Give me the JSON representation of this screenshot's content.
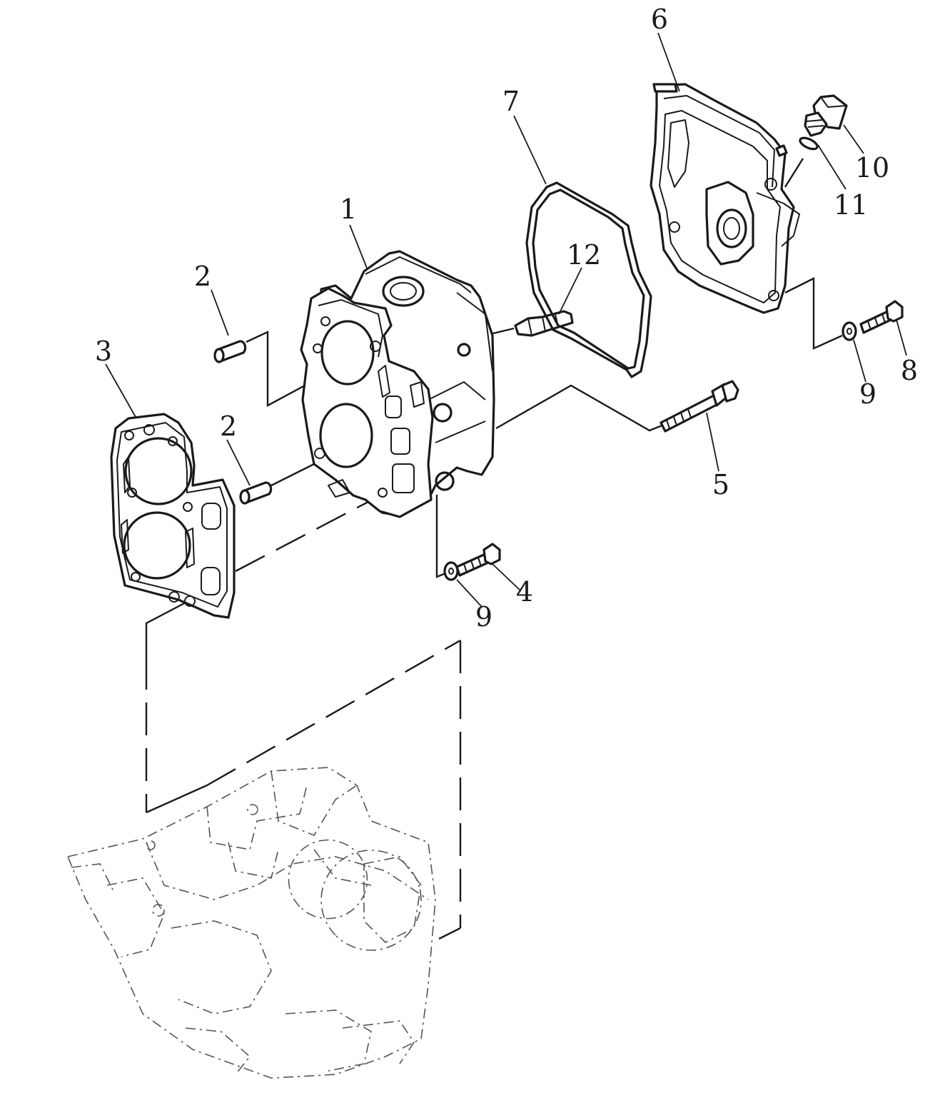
{
  "callouts": [
    {
      "id": "1",
      "text": "1"
    },
    {
      "id": "2a",
      "text": "2"
    },
    {
      "id": "2b",
      "text": "2"
    },
    {
      "id": "3",
      "text": "3"
    },
    {
      "id": "4",
      "text": "4"
    },
    {
      "id": "5",
      "text": "5"
    },
    {
      "id": "6",
      "text": "6"
    },
    {
      "id": "7",
      "text": "7"
    },
    {
      "id": "8",
      "text": "8"
    },
    {
      "id": "9a",
      "text": "9"
    },
    {
      "id": "9b",
      "text": "9"
    },
    {
      "id": "10",
      "text": "10"
    },
    {
      "id": "11",
      "text": "11"
    },
    {
      "id": "12",
      "text": "12"
    }
  ]
}
